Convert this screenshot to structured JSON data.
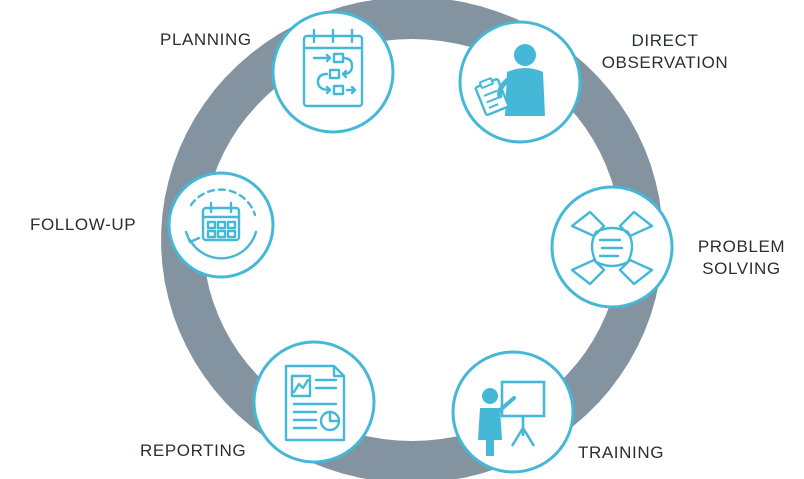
{
  "colors": {
    "ring": "#8493a0",
    "icon_stroke": "#45b8d8",
    "circle_border": "#45b8d8",
    "circle_fill": "#ffffff",
    "text": "#2a2f35"
  },
  "stages": [
    {
      "id": "planning",
      "label": "PLANNING",
      "icon": "flowchart-checklist-icon"
    },
    {
      "id": "direct-observation",
      "label_line1": "DIRECT",
      "label_line2": "OBSERVATION",
      "icon": "person-clipboard-icon"
    },
    {
      "id": "problem-solving",
      "label_line1": "PROBLEM",
      "label_line2": "SOLVING",
      "icon": "stacked-hands-icon"
    },
    {
      "id": "training",
      "label": "TRAINING",
      "icon": "presenter-board-icon"
    },
    {
      "id": "reporting",
      "label": "REPORTING",
      "icon": "report-document-icon"
    },
    {
      "id": "follow-up",
      "label": "FOLLOW-UP",
      "icon": "calendar-cycle-icon"
    }
  ]
}
